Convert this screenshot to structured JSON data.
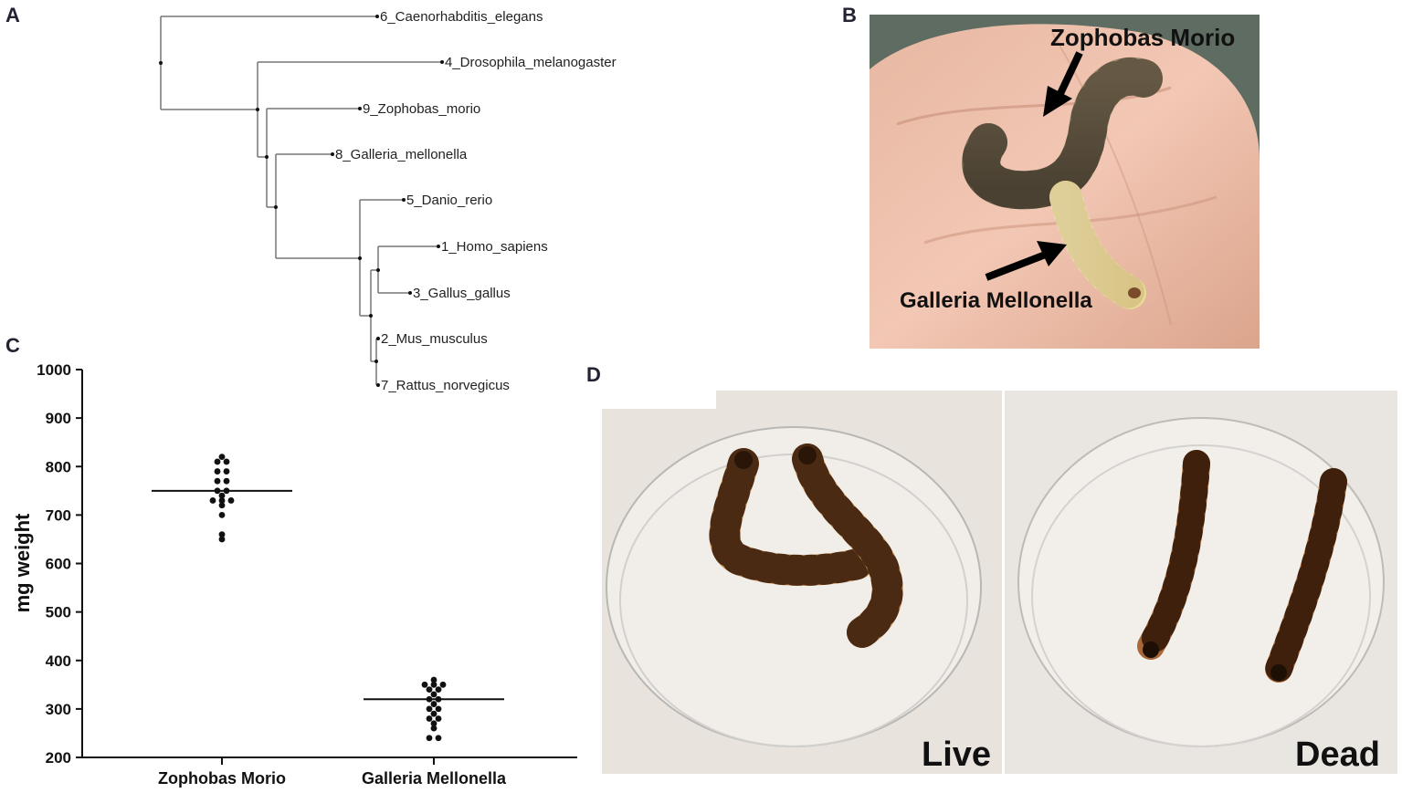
{
  "panels": {
    "a": "A",
    "b": "B",
    "c": "C",
    "d": "D"
  },
  "tree": {
    "taxa": [
      "6_Caenorhabditis_elegans",
      "4_Drosophila_melanogaster",
      "9_Zophobas_morio",
      "8_Galleria_mellonella",
      "5_Danio_rerio",
      "1_Homo_sapiens",
      "3_Gallus_gallus",
      "2_Mus_musculus",
      "7_Rattus_norvegicus"
    ]
  },
  "photo_b": {
    "label_top": "Zophobas Morio",
    "label_bottom": "Galleria Mellonella"
  },
  "photo_d": {
    "label_left": "Live",
    "label_right": "Dead"
  },
  "chart_data": {
    "type": "scatter",
    "title": "",
    "xlabel": "",
    "ylabel": "mg weight",
    "categories": [
      "Zophobas Morio",
      "Galleria Mellonella"
    ],
    "ylim": [
      200,
      1000
    ],
    "yticks": [
      200,
      300,
      400,
      500,
      600,
      700,
      800,
      900,
      1000
    ],
    "series": [
      {
        "category": "Zophobas Morio",
        "values": [
          820,
          810,
          810,
          790,
          790,
          770,
          770,
          750,
          750,
          740,
          730,
          730,
          730,
          720,
          700,
          660,
          650
        ],
        "mean": 750
      },
      {
        "category": "Galleria Mellonella",
        "values": [
          360,
          350,
          350,
          350,
          340,
          340,
          330,
          320,
          320,
          310,
          300,
          300,
          290,
          280,
          280,
          270,
          260,
          240,
          240
        ],
        "mean": 320
      }
    ],
    "grid": false,
    "legend": "none"
  }
}
